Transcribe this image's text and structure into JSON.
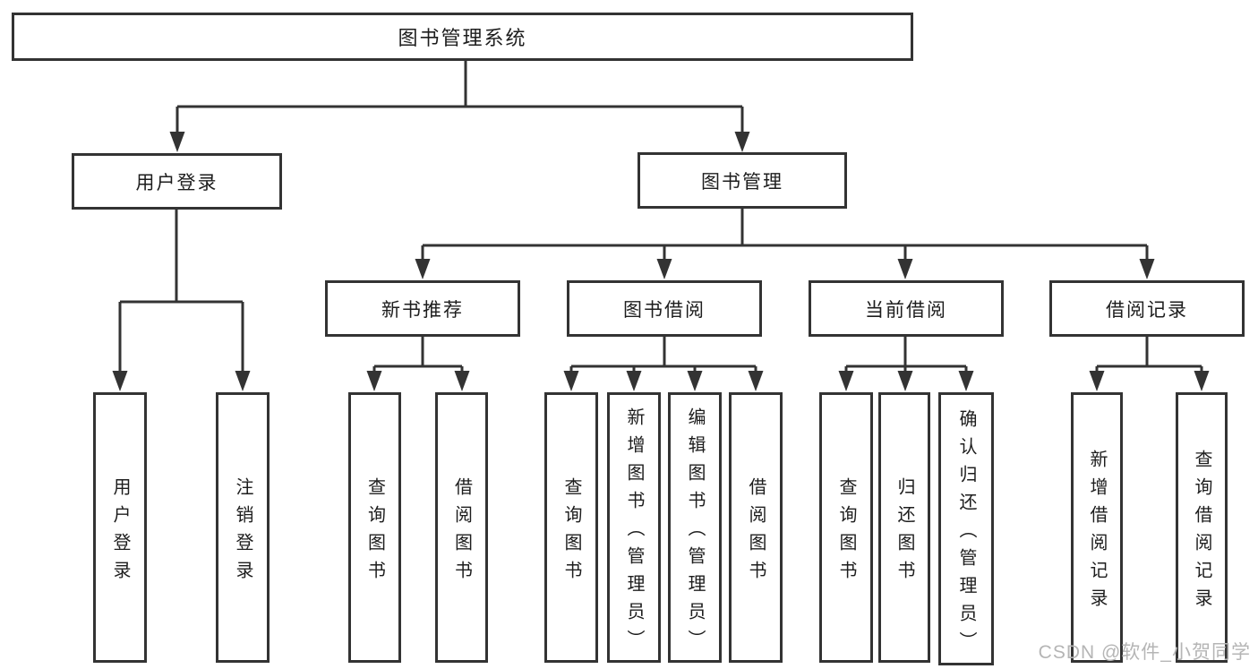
{
  "diagram": {
    "title": "图书管理系统",
    "branches": [
      {
        "label": "用户登录",
        "leaves": [
          {
            "label": "用户登录"
          },
          {
            "label": "注销登录"
          }
        ]
      },
      {
        "label": "图书管理",
        "children": [
          {
            "label": "新书推荐",
            "leaves": [
              {
                "label": "查询图书"
              },
              {
                "label": "借阅图书"
              }
            ]
          },
          {
            "label": "图书借阅",
            "leaves": [
              {
                "label": "查询图书"
              },
              {
                "label": "新增图书（管理员）"
              },
              {
                "label": "编辑图书（管理员）"
              },
              {
                "label": "借阅图书"
              }
            ]
          },
          {
            "label": "当前借阅",
            "leaves": [
              {
                "label": "查询图书"
              },
              {
                "label": "归还图书"
              },
              {
                "label": "确认归还（管理员）"
              }
            ]
          },
          {
            "label": "借阅记录",
            "leaves": [
              {
                "label": "新增借阅记录"
              },
              {
                "label": "查询借阅记录"
              }
            ]
          }
        ]
      }
    ]
  },
  "watermark": {
    "text": "CSDN @软件_小贺同学"
  },
  "colors": {
    "line": "#333333",
    "text": "#1d1d1d",
    "background": "#ffffff",
    "watermark": "#b5b5b5"
  }
}
